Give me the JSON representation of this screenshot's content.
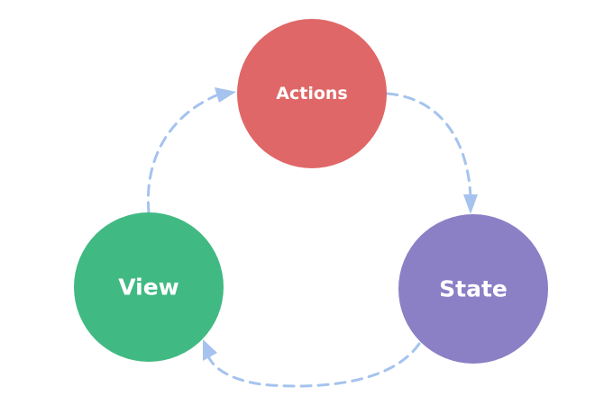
{
  "nodes": {
    "actions": {
      "label": "Actions",
      "color": "#e06767"
    },
    "state": {
      "label": "State",
      "color": "#8b7fc5"
    },
    "view": {
      "label": "View",
      "color": "#41b983"
    }
  },
  "edges": [
    {
      "from": "View",
      "to": "Actions"
    },
    {
      "from": "Actions",
      "to": "State"
    },
    {
      "from": "State",
      "to": "View"
    }
  ],
  "edge_style": {
    "color": "#a5c3ee",
    "dashed": true
  }
}
